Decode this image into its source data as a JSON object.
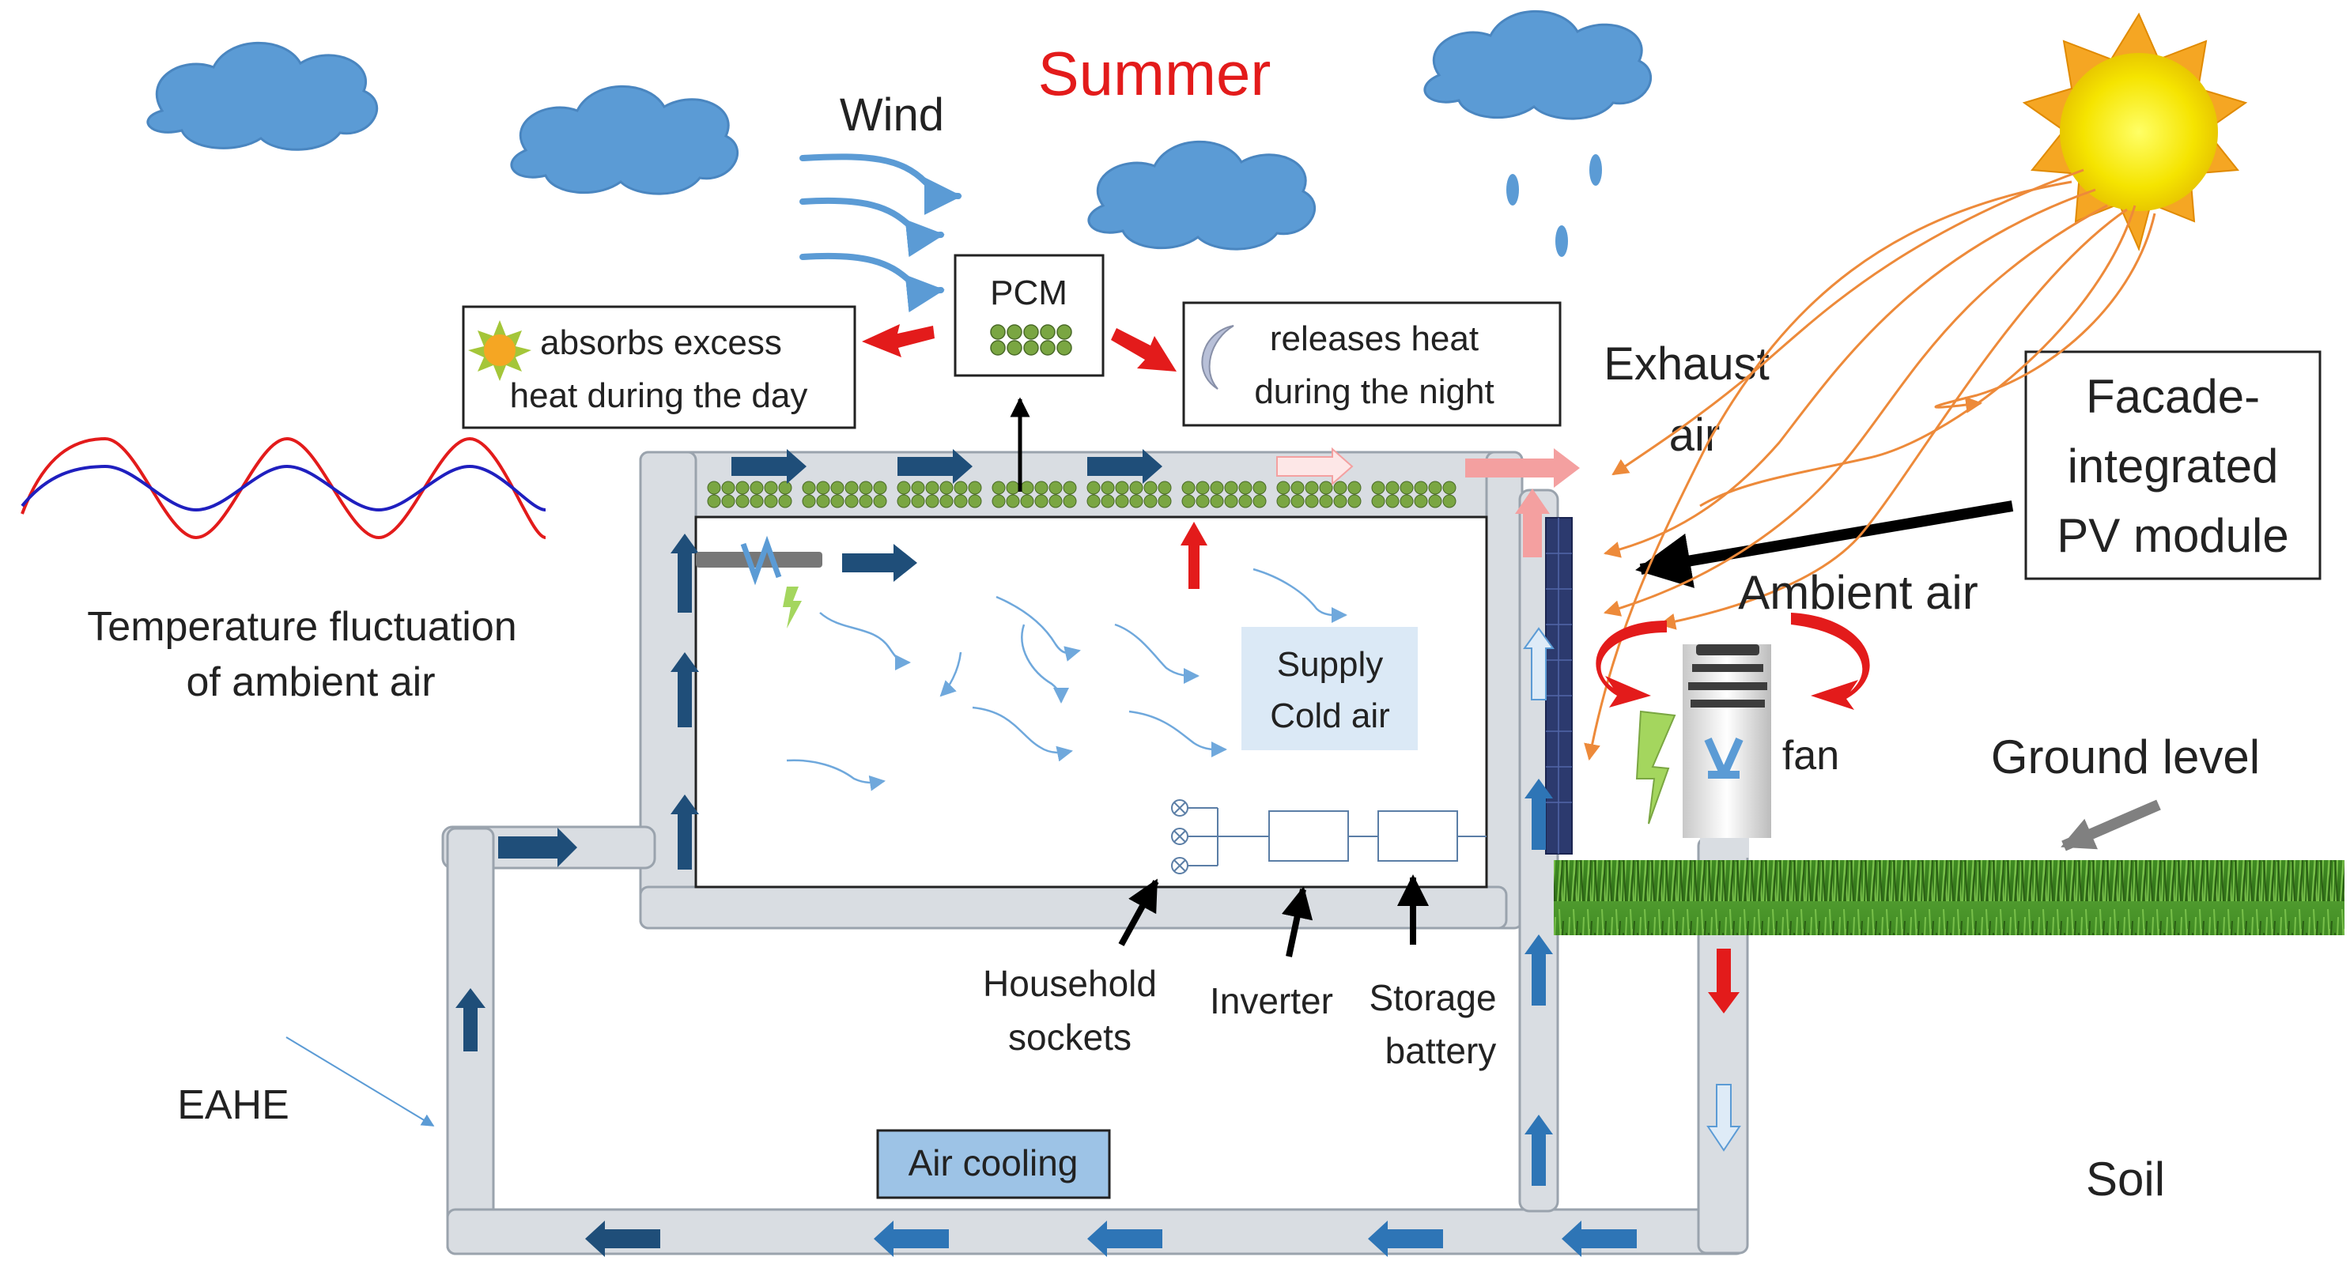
{
  "title": "Summer",
  "labels": {
    "wind": "Wind",
    "pcm": "PCM",
    "absorbs_line1": "absorbs excess",
    "absorbs_line2": "heat during the day",
    "releases_line1": "releases heat",
    "releases_line2": "during the night",
    "exhaust_line1": "Exhaust",
    "exhaust_line2": "air",
    "facade_line1": "Facade-",
    "facade_line2": "integrated",
    "facade_line3": "PV module",
    "ambient_air": "Ambient air",
    "fan": "fan",
    "ground_level": "Ground level",
    "temp_line1": "Temperature fluctuation",
    "temp_line2": "of ambient air",
    "supply_line1": "Supply",
    "supply_line2": "Cold air",
    "household_line1": "Household",
    "household_line2": "sockets",
    "inverter": "Inverter",
    "storage_line1": "Storage",
    "storage_line2": "battery",
    "eahe": "EAHE",
    "air_cooling": "Air cooling",
    "soil": "Soil"
  },
  "icons": [
    "cloud-icon",
    "rain-cloud-icon",
    "sun-icon",
    "small-sun-icon",
    "moon-icon",
    "wind-streams-icon",
    "fan-icon",
    "lightning-icon",
    "socket-icon",
    "grass-strip"
  ],
  "colors": {
    "title": "#e31b1b",
    "cloud": "#5b9bd5",
    "duct": "#d9dde2",
    "duct_stroke": "#9aa3ad",
    "flow_arrow": "#1f4e79",
    "pale_arrow": "#deebf7",
    "hot_arrow": "#e31b1b",
    "pink_arrow": "#f4a0a0",
    "pcm": "#7aa642",
    "sun": "#f5e400",
    "sun_rays": "#f5a623",
    "solar_rays": "#ed8a3a",
    "grass": "#3f8a22",
    "supply_box": "#dbe9f6",
    "air_cooling_box": "#9dc3e6",
    "sine_red": "#e31b1b",
    "sine_blue": "#1f1fbf"
  }
}
